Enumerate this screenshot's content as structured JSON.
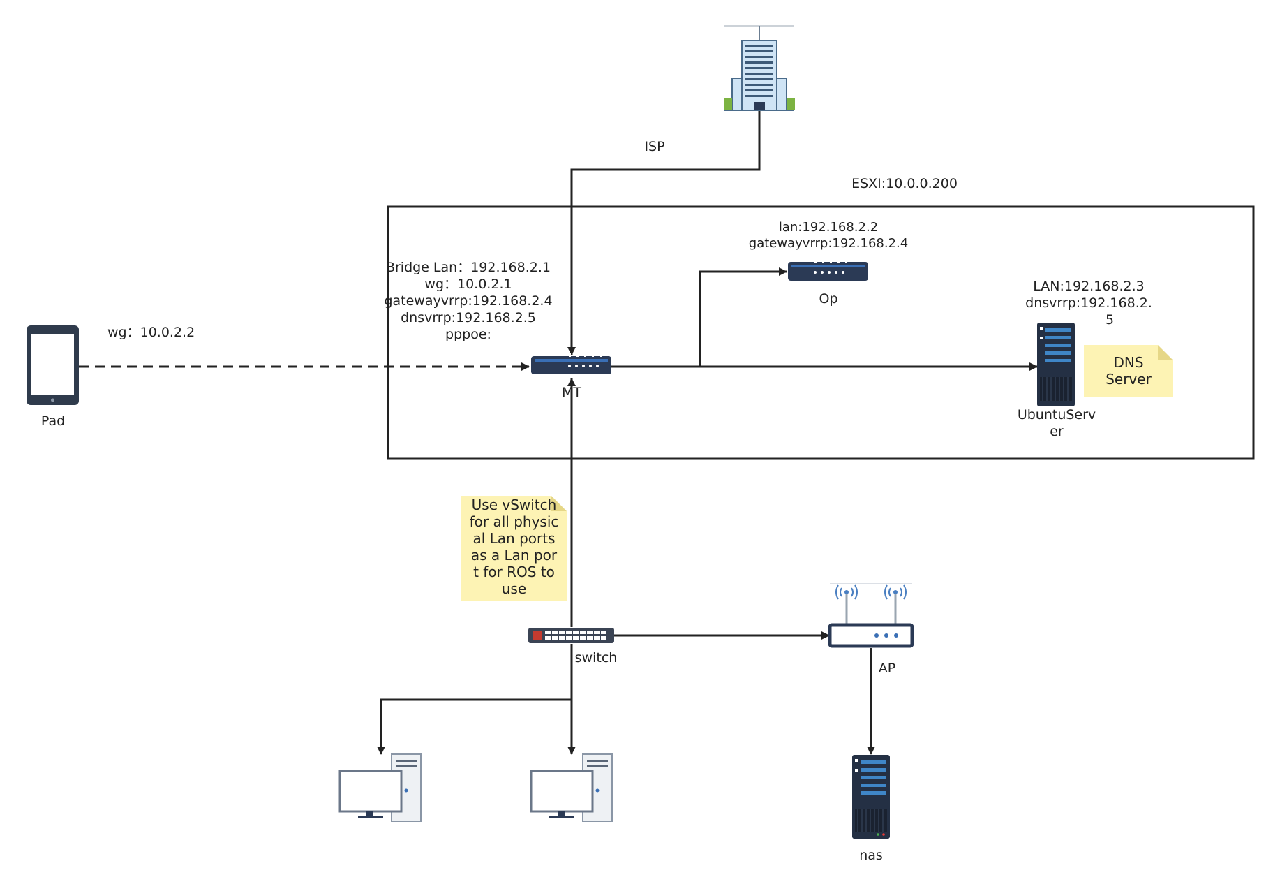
{
  "esxi": {
    "label": "ESXI:10.0.0.200"
  },
  "isp": {
    "label": "ISP"
  },
  "pad": {
    "label": "Pad",
    "wg": "wg：10.0.2.2"
  },
  "mt": {
    "label": "MT",
    "info": [
      "Bridge Lan：192.168.2.1",
      "wg：10.0.2.1",
      "gatewayvrrp:192.168.2.4",
      "dnsvrrp:192.168.2.5",
      "pppoe:"
    ]
  },
  "op": {
    "label": "Op",
    "info": [
      "lan:192.168.2.2",
      "gatewayvrrp:192.168.2.4"
    ]
  },
  "ubuntu": {
    "label": [
      "UbuntuServ",
      "er"
    ],
    "info": [
      "LAN:192.168.2.3",
      "dnsvrrp:192.168.2.",
      "5"
    ]
  },
  "dns_note": {
    "lines": [
      "DNS",
      "Server"
    ]
  },
  "vswitch_note": {
    "lines": [
      "Use vSwitch",
      "for all physic",
      "al Lan ports",
      "as a Lan por",
      "t for ROS to",
      "use"
    ]
  },
  "switch": {
    "label": "switch"
  },
  "ap": {
    "label": "AP"
  },
  "nas": {
    "label": "nas"
  },
  "colors": {
    "device_dark": "#2b3a55",
    "device_blue": "#3a6fb5",
    "note_bg": "#fdf3b4",
    "line": "#222222"
  }
}
